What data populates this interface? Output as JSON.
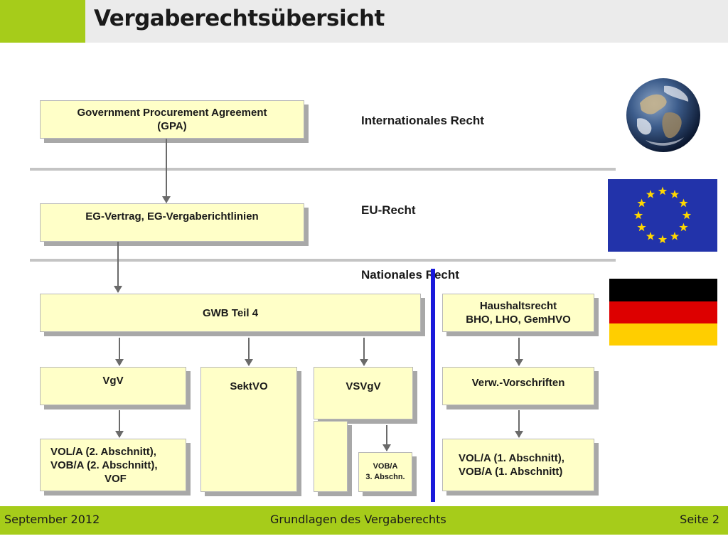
{
  "header": {
    "title": "Vergaberechtsübersicht"
  },
  "levels": {
    "international": "Internationales Recht",
    "eu": "EU-Recht",
    "national": "Nationales Recht"
  },
  "boxes": {
    "gpa_line1": "Government Procurement Agreement",
    "gpa_line2": "(GPA)",
    "eg": "EG-Vertrag, EG-Vergaberichtlinien",
    "gwb": "GWB Teil 4",
    "haushalt_line1": "Haushaltsrecht",
    "haushalt_line2": "BHO, LHO, GemHVO",
    "vgv": "VgV",
    "sektvo": "SektVO",
    "vsvgv": "VSVgV",
    "verw": "Verw.-Vorschriften",
    "vol2_line1": "VOL/A (2. Abschnitt),",
    "vol2_line2": "VOB/A (2. Abschnitt),",
    "vol2_line3": "VOF",
    "vob3_line1": "VOB/A",
    "vob3_line2": "3. Abschn.",
    "vol1_line1": "VOL/A (1. Abschnitt),",
    "vol1_line2": "VOB/A (1. Abschnitt)"
  },
  "colors": {
    "accent_green": "#a6cc1a",
    "box_fill": "#ffffc8",
    "divider_blue": "#1a1adb",
    "eu_blue": "#2233aa",
    "eu_star": "#ffd700"
  },
  "icons": [
    "earth-globe-icon",
    "eu-flag-icon",
    "germany-flag-icon"
  ],
  "footer": {
    "date": "September 2012",
    "topic": "Grundlagen des Vergaberechts",
    "page": "Seite 2"
  }
}
